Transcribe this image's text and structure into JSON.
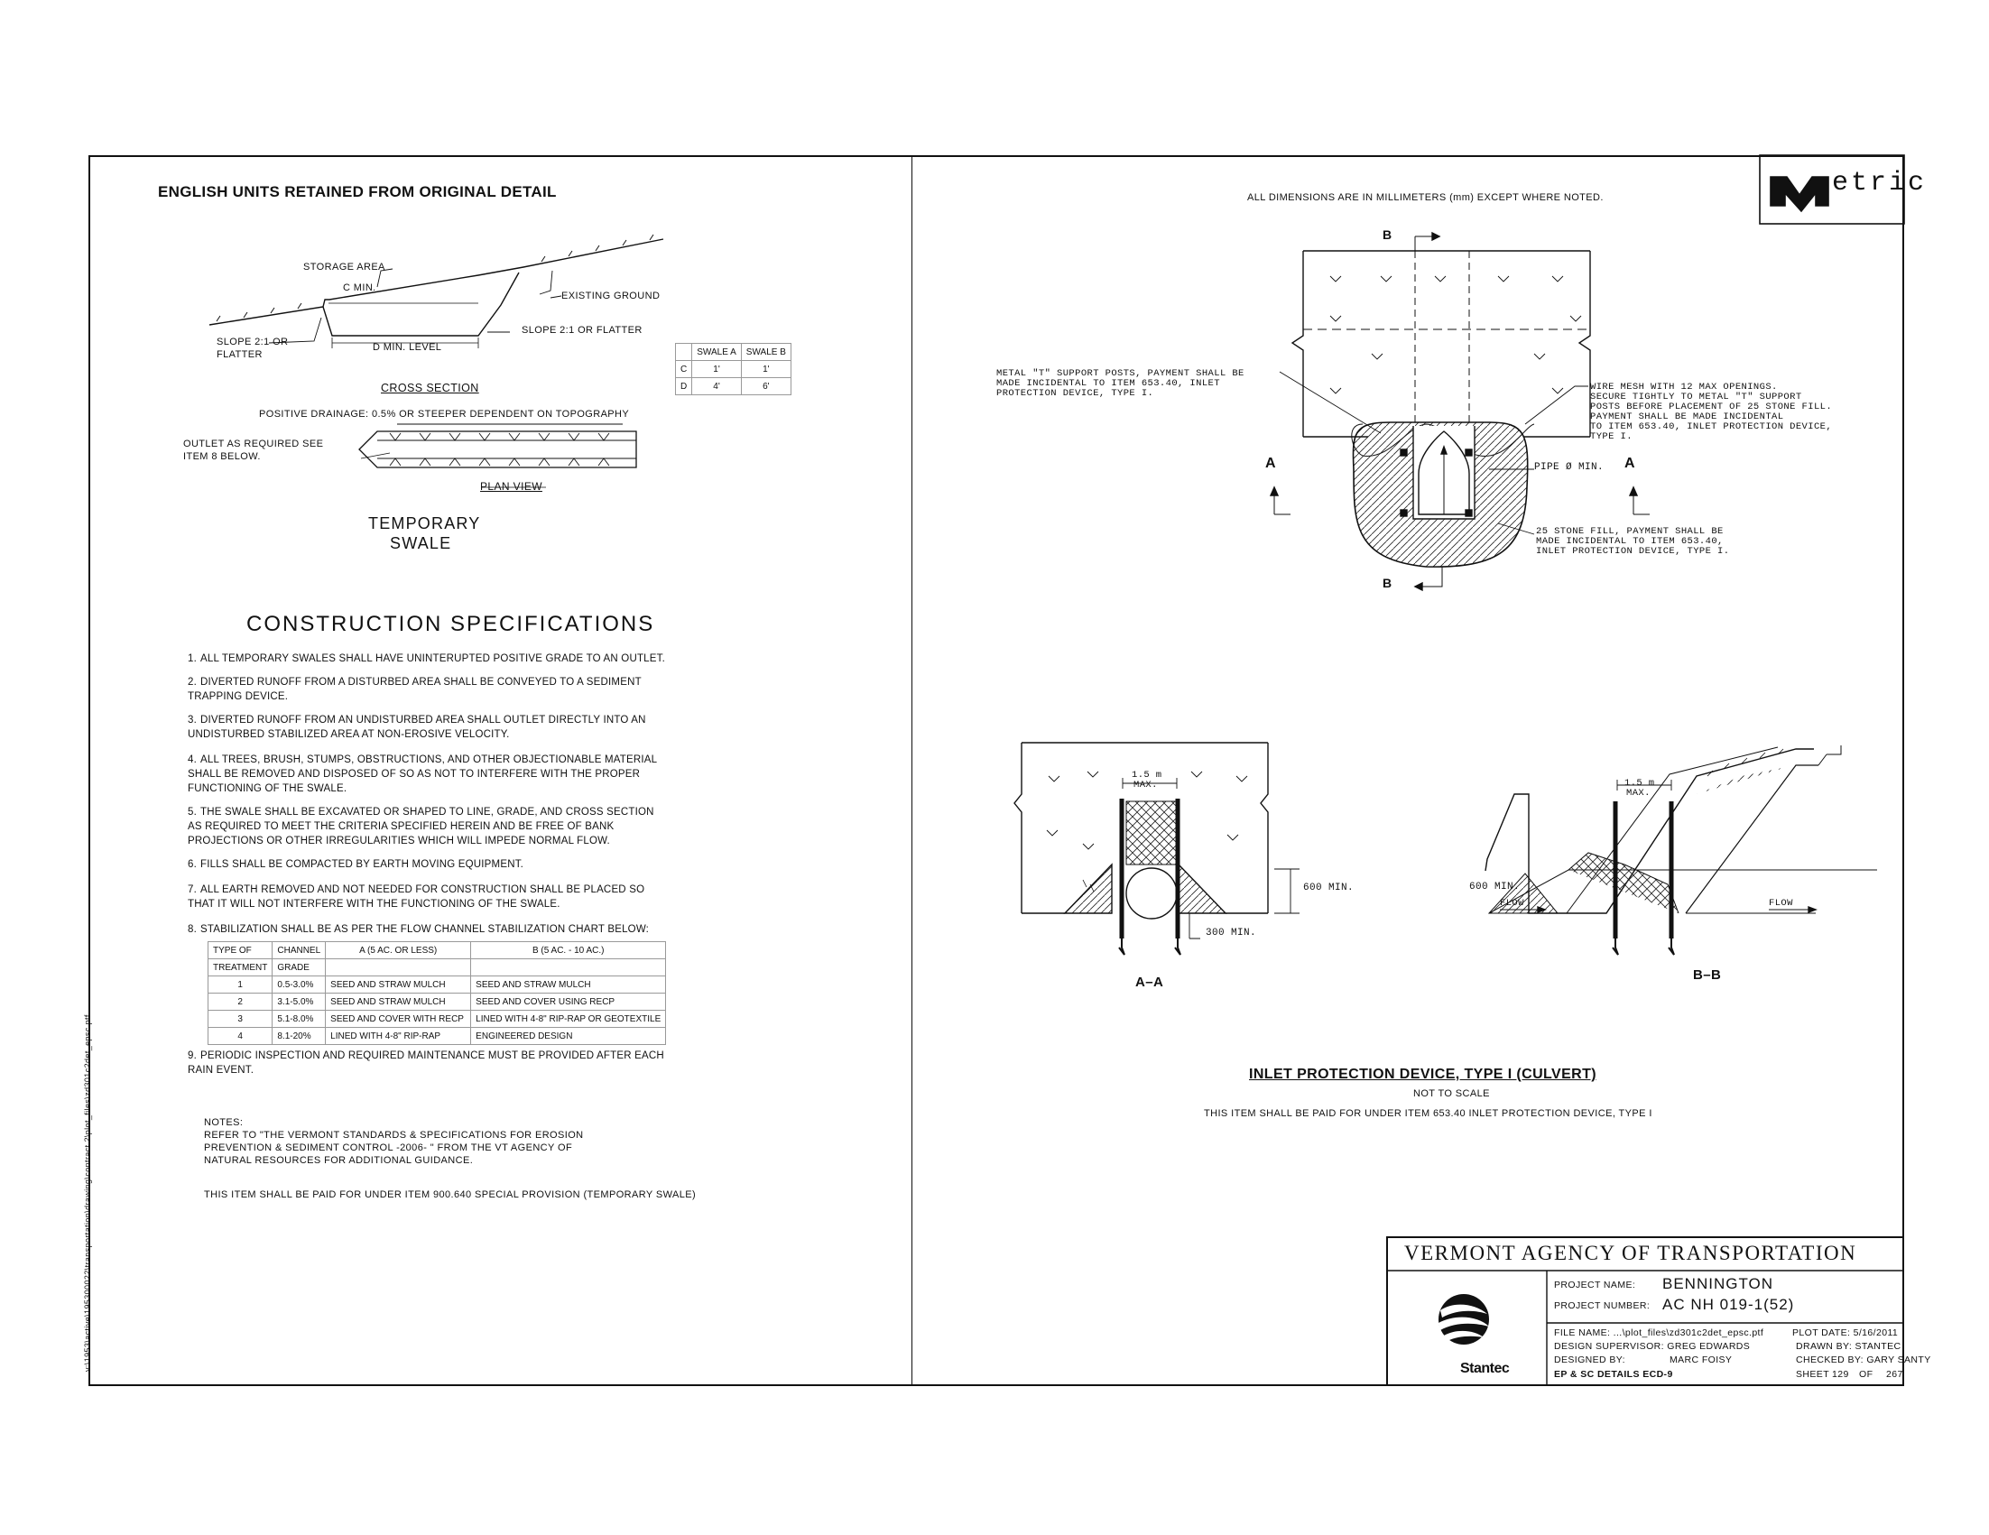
{
  "left_panel": {
    "header": "ENGLISH  UNITS RETAINED  FROM  ORIGINAL DETAIL",
    "cross_section": {
      "storage_area": "STORAGE AREA",
      "c_min": "C MIN.",
      "existing_ground": "EXISTING GROUND",
      "slope_left_1": "SLOPE 2:1 OR",
      "slope_left_2": "FLATTER",
      "d_min_level": "D MIN. LEVEL",
      "slope_right": "SLOPE 2:1 OR FLATTER",
      "title": "CROSS SECTION"
    },
    "swale_table": {
      "headers": [
        "",
        "SWALE A",
        "SWALE B"
      ],
      "rows": [
        [
          "C",
          "1'",
          "1'"
        ],
        [
          "D",
          "4'",
          "6'"
        ]
      ]
    },
    "plan_view": {
      "positive_drainage": "POSITIVE DRAINAGE: 0.5% OR STEEPER DEPENDENT ON TOPOGRAPHY",
      "outlet_1": "OUTLET AS REQUIRED SEE",
      "outlet_2": "ITEM 8 BELOW.",
      "title": "PLAN VIEW"
    },
    "temporary_swale_1": "TEMPORARY",
    "temporary_swale_2": "SWALE",
    "specs_title": "CONSTRUCTION SPECIFICATIONS",
    "specs": [
      {
        "n": "1.",
        "text": "ALL TEMPORARY SWALES SHALL HAVE UNINTERUPTED POSITIVE GRADE TO AN OUTLET."
      },
      {
        "n": "2.",
        "text": "DIVERTED RUNOFF FROM A DISTURBED AREA SHALL BE CONVEYED TO A SEDIMENT\nTRAPPING DEVICE."
      },
      {
        "n": "3.",
        "text": "DIVERTED RUNOFF FROM AN UNDISTURBED AREA SHALL OUTLET DIRECTLY INTO AN\nUNDISTURBED STABILIZED AREA AT NON-EROSIVE VELOCITY."
      },
      {
        "n": "4.",
        "text": "ALL TREES, BRUSH, STUMPS, OBSTRUCTIONS, AND OTHER OBJECTIONABLE MATERIAL\nSHALL BE REMOVED AND DISPOSED OF SO AS NOT TO INTERFERE WITH THE PROPER\nFUNCTIONING OF THE SWALE."
      },
      {
        "n": "5.",
        "text": "THE SWALE SHALL BE EXCAVATED OR SHAPED TO LINE, GRADE, AND CROSS SECTION\nAS REQUIRED TO MEET THE CRITERIA SPECIFIED HEREIN AND BE FREE OF BANK\nPROJECTIONS OR OTHER IRREGULARITIES WHICH WILL IMPEDE NORMAL FLOW."
      },
      {
        "n": "6.",
        "text": "FILLS SHALL BE COMPACTED BY EARTH MOVING EQUIPMENT."
      },
      {
        "n": "7.",
        "text": "ALL EARTH REMOVED AND NOT NEEDED FOR CONSTRUCTION SHALL BE PLACED SO\nTHAT IT WILL NOT INTERFERE WITH THE FUNCTIONING OF THE SWALE."
      },
      {
        "n": "8.",
        "text": "STABILIZATION SHALL BE AS PER THE FLOW CHANNEL STABILIZATION CHART BELOW:"
      },
      {
        "n": "9.",
        "text": "PERIODIC INSPECTION AND REQUIRED MAINTENANCE MUST BE PROVIDED AFTER EACH\nRAIN EVENT."
      }
    ],
    "stab_table": {
      "head1": [
        "TYPE OF",
        "CHANNEL",
        "A (5 AC. OR LESS)",
        "B (5 AC. - 10 AC.)"
      ],
      "head2": [
        "TREATMENT",
        "GRADE",
        "",
        ""
      ],
      "rows": [
        [
          "1",
          "0.5-3.0%",
          "SEED AND STRAW MULCH",
          "SEED AND STRAW MULCH"
        ],
        [
          "2",
          "3.1-5.0%",
          "SEED AND STRAW MULCH",
          "SEED AND COVER USING RECP"
        ],
        [
          "3",
          "5.1-8.0%",
          "SEED AND COVER WITH RECP",
          "LINED WITH 4-8\" RIP-RAP OR GEOTEXTILE"
        ],
        [
          "4",
          "8.1-20%",
          "LINED WITH 4-8\" RIP-RAP",
          "ENGINEERED DESIGN"
        ]
      ]
    },
    "notes_title": "NOTES:",
    "notes": [
      "REFER TO \"THE VERMONT STANDARDS & SPECIFICATIONS FOR EROSION",
      "PREVENTION & SEDIMENT CONTROL -2006- \" FROM THE VT AGENCY OF",
      "NATURAL RESOURCES FOR ADDITIONAL GUIDANCE."
    ],
    "pay_note": "THIS ITEM SHALL BE PAID FOR UNDER ITEM 900.640 SPECIAL PROVISION (TEMPORARY SWALE)",
    "side_path": "v:\\1953\\active\\195300022\\transportation\\drawing\\contract 2\\plot_files\\zd301c2det_epsc.ptf"
  },
  "right_panel": {
    "dims_note": "ALL DIMENSIONS ARE IN MILLIMETERS (mm) EXCEPT WHERE NOTED.",
    "metric_logo": "etric",
    "section_b": "B",
    "section_a": "A",
    "metal_posts": [
      "METAL \"T\" SUPPORT POSTS, PAYMENT SHALL BE",
      "MADE INCIDENTAL TO ITEM 653.40, INLET",
      "PROTECTION DEVICE, TYPE I."
    ],
    "wire_mesh": [
      "WIRE MESH WITH 12 MAX OPENINGS.",
      "SECURE TIGHTLY TO METAL \"T\" SUPPORT",
      "POSTS BEFORE PLACEMENT OF 25 STONE FILL.",
      "PAYMENT SHALL BE MADE INCIDENTAL",
      "TO ITEM 653.40, INLET PROTECTION DEVICE,",
      "TYPE I."
    ],
    "pipe_min": "PIPE Ø MIN.",
    "stone_fill": [
      "25 STONE FILL, PAYMENT SHALL BE",
      "MADE INCIDENTAL TO ITEM 653.40,",
      "INLET PROTECTION DEVICE, TYPE I."
    ],
    "aa": {
      "dim_15": "1.5 m",
      "max": "MAX.",
      "min600": "600 MIN.",
      "min300": "300 MIN.",
      "label": "A–A"
    },
    "bb": {
      "dim_15": "1.5 m",
      "max": "MAX.",
      "min600": "600 MIN.",
      "flow": "FLOW",
      "label": "B–B"
    },
    "title": "INLET PROTECTION  DEVICE, TYPE I (CULVERT)",
    "not_to_scale": "NOT TO SCALE",
    "pay_note": "THIS ITEM SHALL BE PAID FOR UNDER ITEM 653.40 INLET PROTECTION DEVICE, TYPE I"
  },
  "title_block": {
    "agency": "VERMONT  AGENCY  OF  TRANSPORTATION",
    "project_name_label": "PROJECT NAME:",
    "project_name": "BENNINGTON",
    "project_number_label": "PROJECT NUMBER:",
    "project_number": "AC NH 019-1(52)",
    "file_name": "FILE NAME: ...\\plot_files\\zd301c2det_epsc.ptf",
    "plot_date": "PLOT DATE:  5/16/2011",
    "design_supervisor": "DESIGN SUPERVISOR:  GREG EDWARDS",
    "drawn_by": "DRAWN BY:  STANTEC",
    "designed_by_label": "DESIGNED BY:",
    "designed_by": "MARC FOISY",
    "checked_by": "CHECKED BY: GARY SANTY",
    "sheet_title": "EP & SC DETAILS ECD-9",
    "sheet_label": "SHEET",
    "sheet_no": "129",
    "of_label": "OF",
    "sheet_total": "267",
    "firm": "Stantec"
  }
}
